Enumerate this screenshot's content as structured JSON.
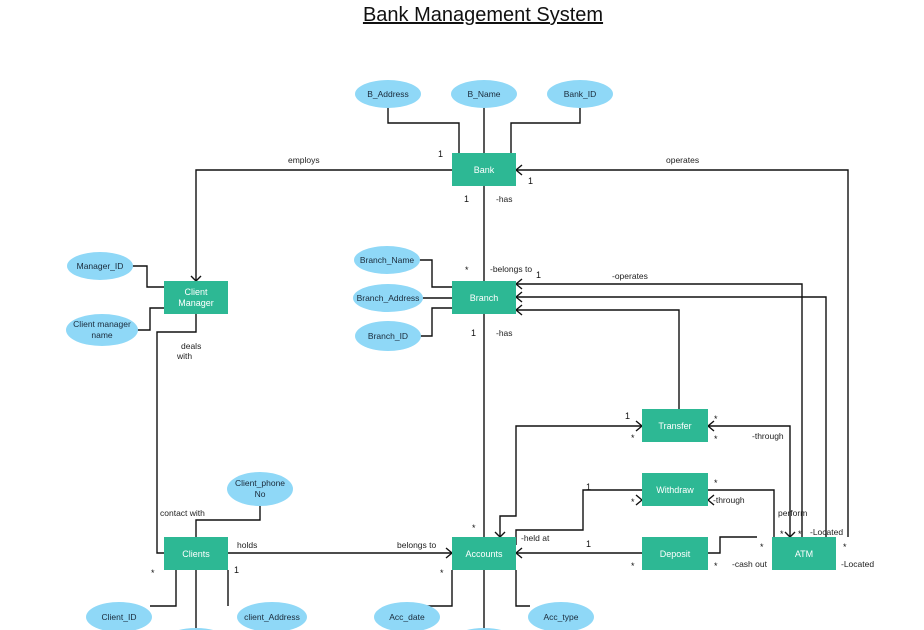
{
  "title": "Bank Management System",
  "entities": {
    "bank": "Bank",
    "client_manager": [
      "Client",
      "Manager"
    ],
    "branch": "Branch",
    "transfer": "Transfer",
    "withdraw": "Withdraw",
    "deposit": "Deposit",
    "atm": "ATM",
    "clients": "Clients",
    "accounts": "Accounts"
  },
  "attributes": {
    "b_address": "B_Address",
    "b_name": "B_Name",
    "bank_id": "Bank_ID",
    "manager_id": "Manager_ID",
    "client_manager_name": [
      "Client manager",
      "name"
    ],
    "branch_name": "Branch_Name",
    "branch_address": "Branch_Address",
    "branch_id": "Branch_ID",
    "client_phone_no": [
      "Client_phone",
      "No"
    ],
    "client_id": "Client_ID",
    "client_address": "client_Address",
    "acc_date": "Acc_date",
    "acc_type": "Acc_type"
  },
  "relationship_labels": {
    "employs": "employs",
    "operates_bank": "operates",
    "has_bank": "-has",
    "belongs_to_branch": "-belongs to",
    "operates_branch": "-operates",
    "has_branch": "-has",
    "deals_with": [
      "deals",
      "with"
    ],
    "contact_with": "contact  with",
    "holds": "holds",
    "belongs_to_accounts": "belongs to",
    "held_at": "-held at",
    "through_transfer": "-through",
    "through_withdraw": "-through",
    "perform": "perform",
    "cash_out": "-cash out",
    "located_1": "-Located",
    "located_2": "-Located"
  },
  "multiplicities": {
    "bank_left": "1",
    "bank_right": "1",
    "bank_bottom": "1",
    "branch_top": "*",
    "branch_right": "1",
    "branch_bottom": "1",
    "transfer_left_top": "1",
    "transfer_left_bottom": "*",
    "transfer_right_top": "*",
    "transfer_right_bottom": "*",
    "withdraw_left_top": "1",
    "withdraw_left_bottom": "*",
    "withdraw_right": "*",
    "deposit_left_top": "1",
    "deposit_left_bottom": "*",
    "deposit_right": "*",
    "atm_top_left": "*",
    "atm_top_right": "*",
    "atm_left": "*",
    "atm_right": "*",
    "accounts_top": "*",
    "accounts_bottom": "*",
    "clients_left": "*",
    "clients_right": "1"
  }
}
